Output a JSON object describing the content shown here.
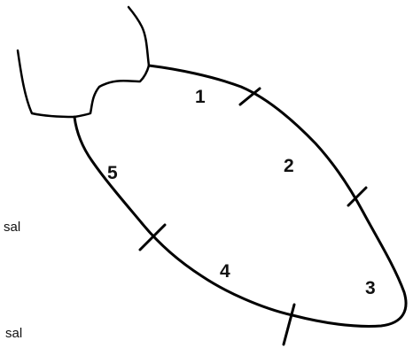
{
  "segments": [
    {
      "label": "1"
    },
    {
      "label": "2"
    },
    {
      "label": "3"
    },
    {
      "label": "4"
    },
    {
      "label": "5"
    }
  ],
  "edge_text": [
    "sal",
    "sal"
  ],
  "colors": {
    "stroke": "#000000",
    "text": "#111111",
    "background": "#ffffff"
  }
}
